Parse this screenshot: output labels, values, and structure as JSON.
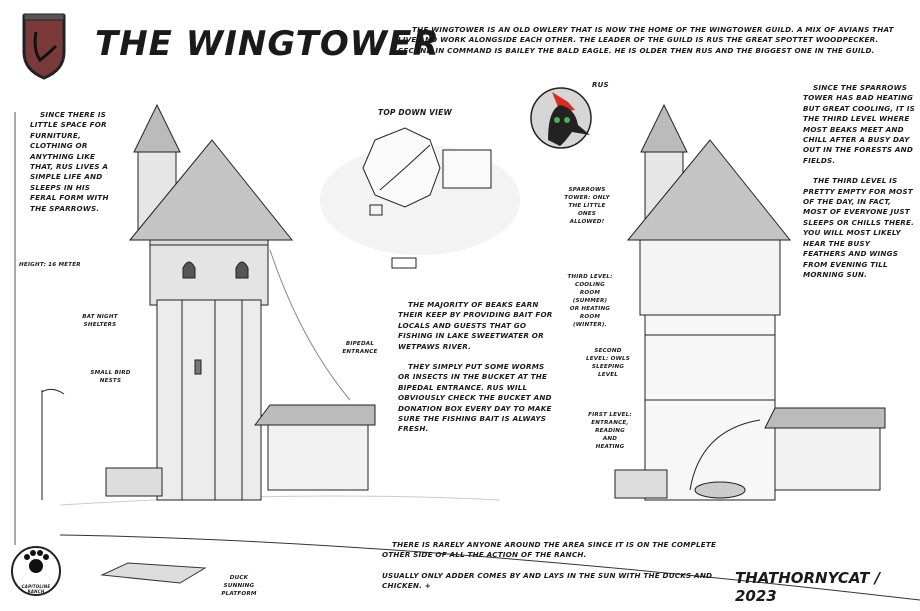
{
  "header": {
    "title": "THE WINGTOWER",
    "intro": "The Wingtower is an old owlery that is now the home of the Wingtower guild. A mix of avians that live and work alongside each other. The leader of the guild is Rus the great spottet woodpecker. Second in command is Bailey the bald eagle. He is older then Rus and the biggest one in the guild."
  },
  "left_notes": {
    "description": "Since there is little space for furniture, clothing or anything like that, Rus lives a simple life and sleeps in his feral form with the sparrows.",
    "height": "Height: 16 meter"
  },
  "exterior_labels": {
    "bat_shelters": "Bat night shelters",
    "bird_nests": "Small bird nests",
    "bipedal_entrance": "Bipedal entrance"
  },
  "top_down": {
    "label": "Top down view"
  },
  "character": {
    "name": "RUS"
  },
  "middle_notes": {
    "p1": "The majority of beaks earn their keep by providing bait for locals and guests that go fishing in Lake Sweetwater or Wetpaws River.",
    "p2": "They simply put some worms or insects in the bucket at the bipedal entrance. Rus will obviously check the bucket and donation box every day to make sure the fishing bait is always fresh."
  },
  "interior_labels": {
    "sparrows": "Sparrows tower: only the little ones allowed!",
    "third": "Third level: cooling room (summer) or heating room (winter).",
    "second": "Second level: owls sleeping level",
    "first": "First level: entrance, reading and heating"
  },
  "right_notes": {
    "p1": "Since the sparrows tower has bad heating but great cooling, it is the third level where most beaks meet and chill after a busy day out in the forests and fields.",
    "p2": "The third level is pretty empty for most of the day, in fact, most of everyone just sleeps or chills there. You will most likely hear the busy feathers and wings from evening till morning sun."
  },
  "bottom_notes": {
    "p1": "There is rarely anyone around the area since it is on the complete other side of all the action of the ranch.",
    "p2": "Usually only Adder comes by and lays in the sun with the ducks and chicken. +"
  },
  "duck_platform": {
    "label": "Duck sunning platform"
  },
  "ranch_logo": {
    "text": "CAPITOLINE RANCH"
  },
  "signature": "THATHORNYCAT / 2023",
  "colors": {
    "shield": "#7a3a3a",
    "ink": "#1a1a1a",
    "portrait_bg": "#d6d6d6",
    "crest": "#d92b1f"
  }
}
